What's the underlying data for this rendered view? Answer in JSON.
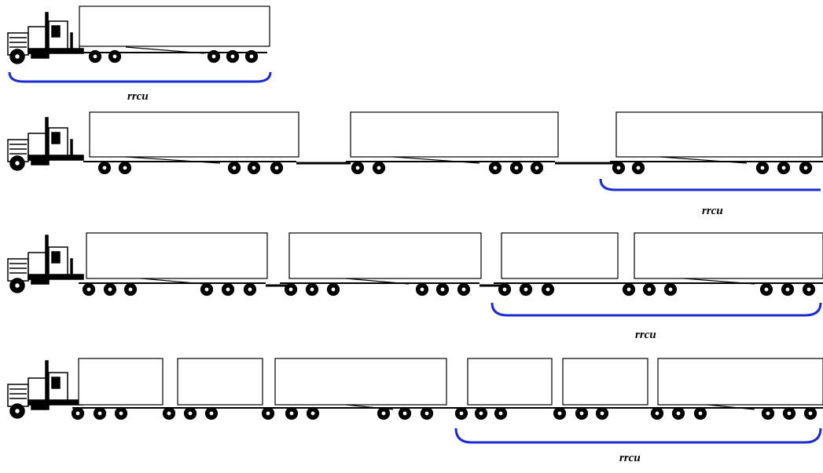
{
  "diagram": {
    "group_label": "rrcu",
    "colors": {
      "line": "#000000",
      "bracket": "#1b2bd0",
      "background": "#ffffff"
    },
    "rows": [
      {
        "trailers": 1,
        "label": "rrcu"
      },
      {
        "trailers": 3,
        "label": "rrcu"
      },
      {
        "trailers": 4,
        "label": "rrcu"
      },
      {
        "trailers": 6,
        "label": "rrcu"
      }
    ]
  }
}
